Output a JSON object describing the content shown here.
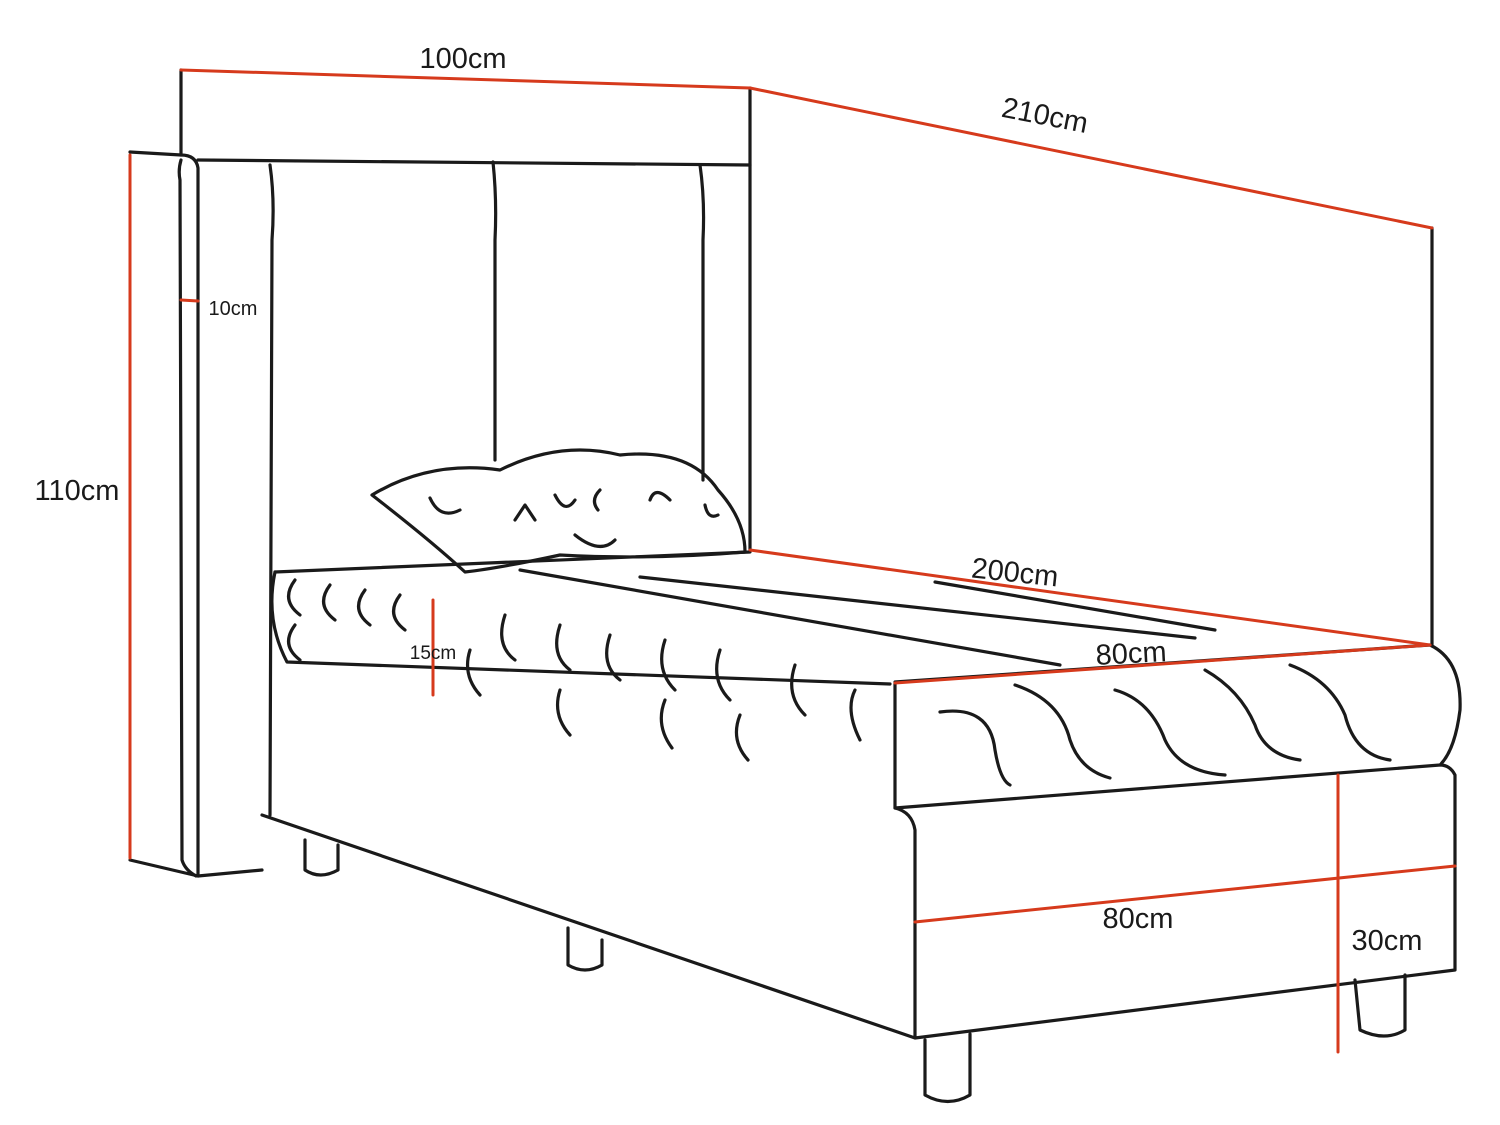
{
  "colors": {
    "outline": "#1a1a1a",
    "dimension": "#d63a1c",
    "background": "#ffffff"
  },
  "dimensions": {
    "headboard_width": "100cm",
    "total_length": "210cm",
    "headboard_thickness": "10cm",
    "headboard_height": "110cm",
    "mattress_length": "200cm",
    "mattress_height": "15cm",
    "mattress_width": "80cm",
    "base_width": "80cm",
    "base_height": "30cm"
  }
}
